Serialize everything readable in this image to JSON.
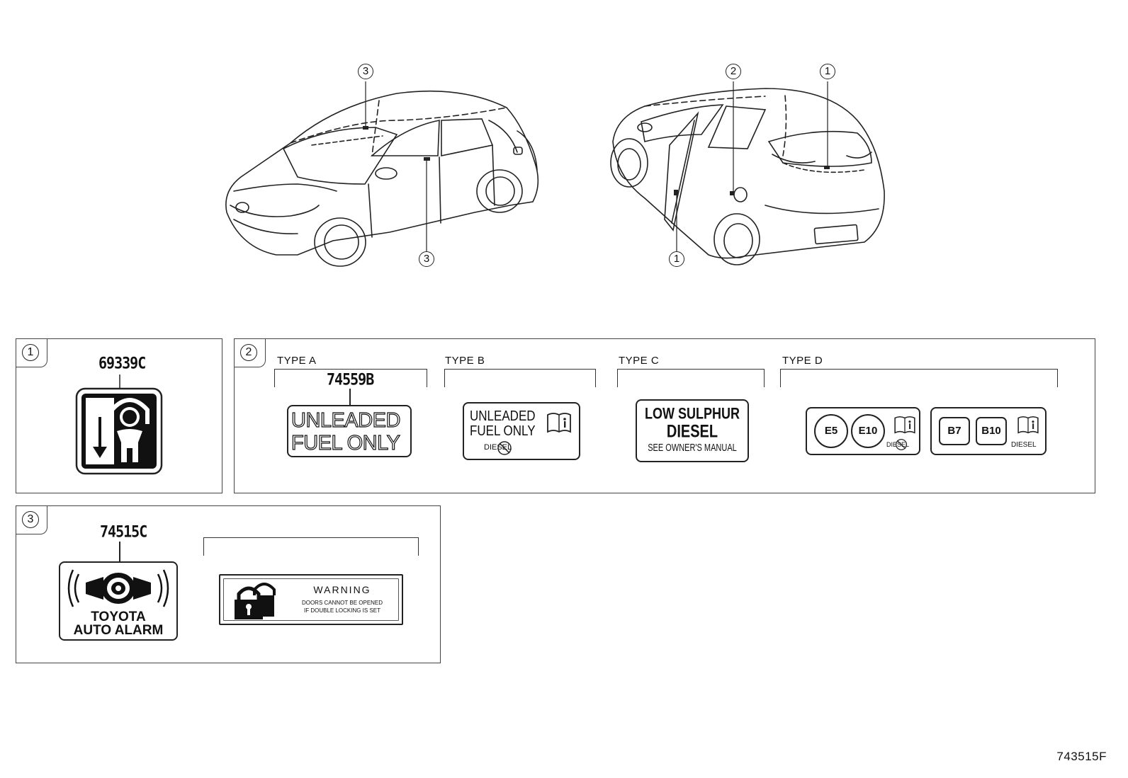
{
  "callouts": {
    "front_top": "3",
    "front_bottom": "3",
    "rear_fuel": "2",
    "rear_hatch": "1",
    "rear_door": "1"
  },
  "panel1": {
    "number": "1",
    "part_no": "69339C"
  },
  "panel2": {
    "number": "2",
    "type_a": {
      "label": "TYPE A",
      "part_no": "74559B",
      "line1": "UNLEADED",
      "line2": "FUEL ONLY"
    },
    "type_b": {
      "label": "TYPE B",
      "line1": "UNLEADED",
      "line2": "FUEL ONLY",
      "crossed": "DIESEL"
    },
    "type_c": {
      "label": "TYPE  C",
      "line1": "LOW  SULPHUR",
      "line2": "DIESEL",
      "line3": "SEE  OWNER'S  MANUAL"
    },
    "type_d": {
      "label": "TYPE D",
      "badge1": "E5",
      "badge2": "E10",
      "crossed": "DIESEL",
      "badge3": "B7",
      "badge4": "B10",
      "diesel": "DIESEL"
    }
  },
  "panel3": {
    "number": "3",
    "part_no": "74515C",
    "alarm_line1": "TOYOTA",
    "alarm_line2": "AUTO ALARM",
    "warning_title": "WARNING",
    "warning_line1": "DOORS CANNOT BE OPENED",
    "warning_line2": "IF DOUBLE LOCKING IS SET"
  },
  "diagram_code": "743515F"
}
